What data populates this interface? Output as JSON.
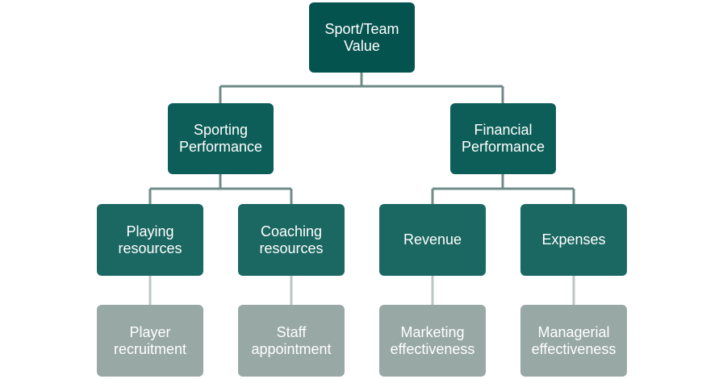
{
  "colors": {
    "root": "#05534f",
    "level1": "#0d5e58",
    "level2": "#1b6762",
    "level3": "#98a8a5",
    "connector_dark": "#6f8c89",
    "connector_light": "#bcc7c5"
  },
  "nodes": {
    "root": {
      "label": "Sport/Team\nValue"
    },
    "sporting_performance": {
      "label": "Sporting\nPerformance"
    },
    "financial_performance": {
      "label": "Financial\nPerformance"
    },
    "playing_resources": {
      "label": "Playing\nresources"
    },
    "coaching_resources": {
      "label": "Coaching\nresources"
    },
    "revenue": {
      "label": "Revenue"
    },
    "expenses": {
      "label": "Expenses"
    },
    "player_recruitment": {
      "label": "Player\nrecruitment"
    },
    "staff_appointment": {
      "label": "Staff\nappointment"
    },
    "marketing_effectiveness": {
      "label": "Marketing\neffectiveness"
    },
    "managerial_effectiveness": {
      "label": "Managerial\neffectiveness"
    }
  }
}
